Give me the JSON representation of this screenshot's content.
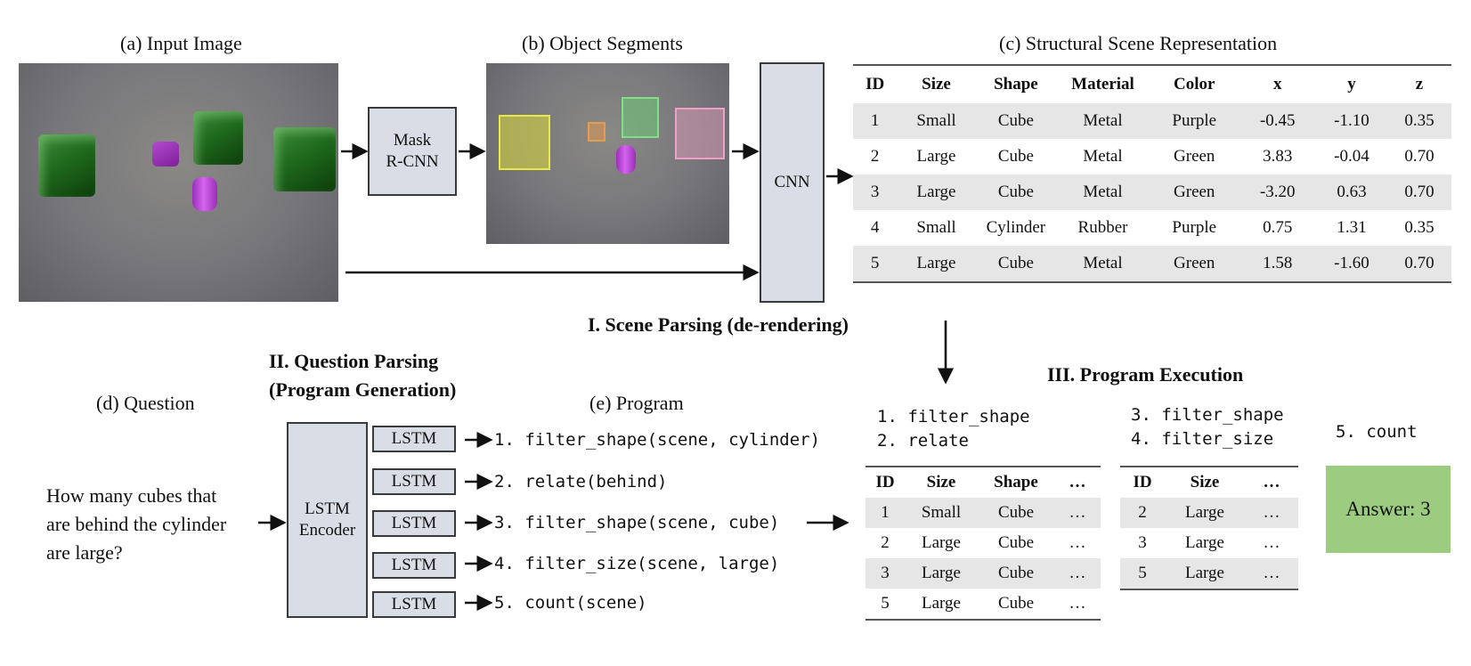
{
  "captions": {
    "input_image": "(a) Input Image",
    "object_segments": "(b) Object Segments",
    "scene_repr": "(c) Structural Scene Representation",
    "question": "(d) Question",
    "program": "(e) Program",
    "scene_parsing": "I. Scene Parsing (de-rendering)",
    "question_parsing_1": "II. Question Parsing",
    "question_parsing_2": "(Program Generation)",
    "program_execution": "III. Program Execution"
  },
  "boxes": {
    "mask_rcnn_1": "Mask",
    "mask_rcnn_2": "R-CNN",
    "cnn": "CNN",
    "lstm_encoder_1": "LSTM",
    "lstm_encoder_2": "Encoder",
    "lstm": "LSTM"
  },
  "question_text": [
    "How many cubes that",
    "are behind the cylinder",
    "are large?"
  ],
  "program_steps": [
    "1. filter_shape(scene, cylinder)",
    "2. relate(behind)",
    "3. filter_shape(scene, cube)",
    "4. filter_size(scene, large)",
    "5. count(scene)"
  ],
  "scene_table": {
    "headers": [
      "ID",
      "Size",
      "Shape",
      "Material",
      "Color",
      "x",
      "y",
      "z"
    ],
    "rows": [
      [
        "1",
        "Small",
        "Cube",
        "Metal",
        "Purple",
        "-0.45",
        "-1.10",
        "0.35"
      ],
      [
        "2",
        "Large",
        "Cube",
        "Metal",
        "Green",
        "3.83",
        "-0.04",
        "0.70"
      ],
      [
        "3",
        "Large",
        "Cube",
        "Metal",
        "Green",
        "-3.20",
        "0.63",
        "0.70"
      ],
      [
        "4",
        "Small",
        "Cylinder",
        "Rubber",
        "Purple",
        "0.75",
        "1.31",
        "0.35"
      ],
      [
        "5",
        "Large",
        "Cube",
        "Metal",
        "Green",
        "1.58",
        "-1.60",
        "0.70"
      ]
    ]
  },
  "exec_1": {
    "steps": [
      "1. filter_shape",
      "2. relate"
    ],
    "headers": [
      "ID",
      "Size",
      "Shape",
      "…"
    ],
    "rows": [
      [
        "1",
        "Small",
        "Cube",
        "…"
      ],
      [
        "2",
        "Large",
        "Cube",
        "…"
      ],
      [
        "3",
        "Large",
        "Cube",
        "…"
      ],
      [
        "5",
        "Large",
        "Cube",
        "…"
      ]
    ]
  },
  "exec_2": {
    "steps": [
      "3. filter_shape",
      "4. filter_size"
    ],
    "headers": [
      "ID",
      "Size",
      "…"
    ],
    "rows": [
      [
        "2",
        "Large",
        "…"
      ],
      [
        "3",
        "Large",
        "…"
      ],
      [
        "5",
        "Large",
        "…"
      ]
    ]
  },
  "exec_3": {
    "step": "5. count"
  },
  "answer": "Answer: 3",
  "colors": {
    "box_fill": "#d9dde6",
    "answer_fill": "#9ccc80",
    "row_shade": "#e6e6e6",
    "seg_yellow": "#e8e84a",
    "seg_orange": "#e0a050",
    "seg_green": "#7fe08a",
    "seg_pink": "#f0a0c8"
  }
}
